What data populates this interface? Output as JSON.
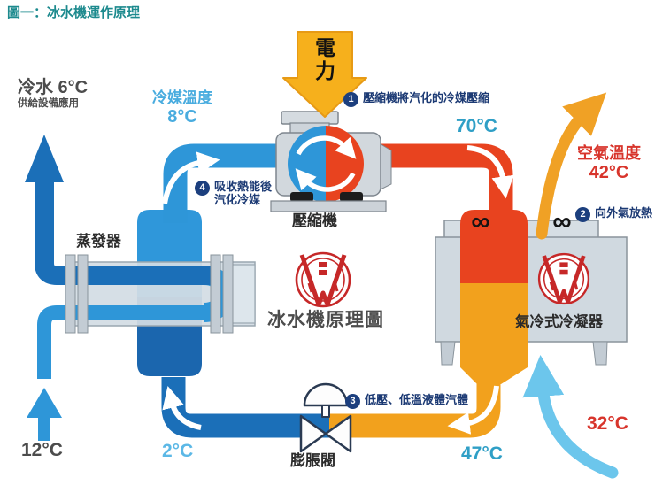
{
  "title": "圖一：冰水機運作原理",
  "diagram": {
    "caption": "冰水機原理圖",
    "power_label": "電力",
    "components": {
      "compressor": "壓縮機",
      "evaporator": "蒸發器",
      "condenser": "氣冷式冷凝器",
      "expansion_valve": "膨脹閥"
    },
    "water": {
      "cold_out": "冷水 6°C",
      "cold_out_sub": "供給設備應用",
      "return_temp": "12°C"
    },
    "refrigerant": {
      "label": "冷媒溫度",
      "suction": "8°C",
      "discharge": "70°C",
      "liquid": "47°C",
      "after_valve": "2°C"
    },
    "air": {
      "label": "空氣溫度",
      "out": "42°C",
      "in": "32°C"
    },
    "notes": [
      {
        "num": "1",
        "text": "壓縮機將汽化的冷媒壓縮"
      },
      {
        "num": "2",
        "text": "向外氣放熱"
      },
      {
        "num": "3",
        "text": "低壓、低溫液體汽體"
      },
      {
        "num": "4",
        "line1": "吸收熱能後",
        "line2": "汽化冷媒"
      }
    ],
    "icons": {
      "fan": "∞"
    },
    "colors": {
      "hot": "#e8431f",
      "warm": "#f2a11d",
      "cold_gas": "#2e96d8",
      "chilled_liquid": "#1b6fb8",
      "air_in": "#6cc6ec",
      "air_out": "#f0a125",
      "power": "#f6b01c",
      "note_navy": "#1c3a74",
      "title_teal": "#1d8a8e",
      "temp_teal": "#2f9fc6",
      "temp_red": "#d8352c"
    }
  }
}
